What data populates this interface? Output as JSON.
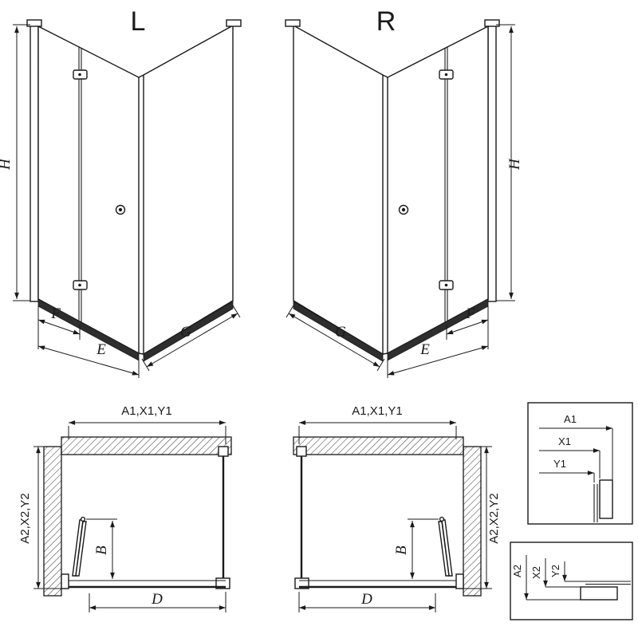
{
  "page": {
    "background": "#ffffff",
    "line_color": "#1a1a1a"
  },
  "perspective_left": {
    "label": "L",
    "dim_h": "H",
    "dim_f": "F",
    "dim_e": "E",
    "dim_g": "G"
  },
  "perspective_right": {
    "label": "R",
    "dim_h": "H",
    "dim_f": "F",
    "dim_e": "E",
    "dim_g": "G"
  },
  "plan_left": {
    "dim_width": "A1,X1,Y1",
    "dim_depth": "A2,X2,Y2",
    "dim_b": "B",
    "dim_d": "D"
  },
  "plan_right": {
    "dim_width": "A1,X1,Y1",
    "dim_depth": "A2,X2,Y2",
    "dim_b": "B",
    "dim_d": "D"
  },
  "detail_a1": {
    "dim_a1": "A1",
    "dim_x1": "X1",
    "dim_y1": "Y1"
  },
  "detail_a2": {
    "dim_a2": "A2",
    "dim_x2": "X2",
    "dim_y2": "Y2"
  }
}
